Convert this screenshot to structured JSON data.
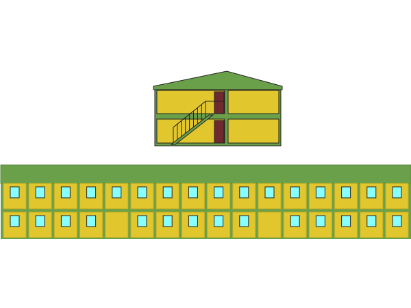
{
  "colors": {
    "roof": "#6aa04a",
    "wall": "#e2c62e",
    "frame": "#6aa04a",
    "door": "#6e2a2e",
    "window": "#88ffff",
    "outline": "#222222"
  },
  "small_building": {
    "floors": 2,
    "units_per_floor": 2,
    "doors": 2,
    "staircase": true
  },
  "long_building": {
    "floors": 2,
    "modules_per_floor": 16,
    "upper_windows": [
      1,
      1,
      1,
      1,
      1,
      1,
      1,
      1,
      1,
      1,
      1,
      1,
      1,
      1,
      1,
      1
    ],
    "lower_windows": [
      1,
      1,
      1,
      1,
      0,
      1,
      1,
      1,
      1,
      1,
      0,
      1,
      1,
      1,
      1,
      1
    ]
  }
}
